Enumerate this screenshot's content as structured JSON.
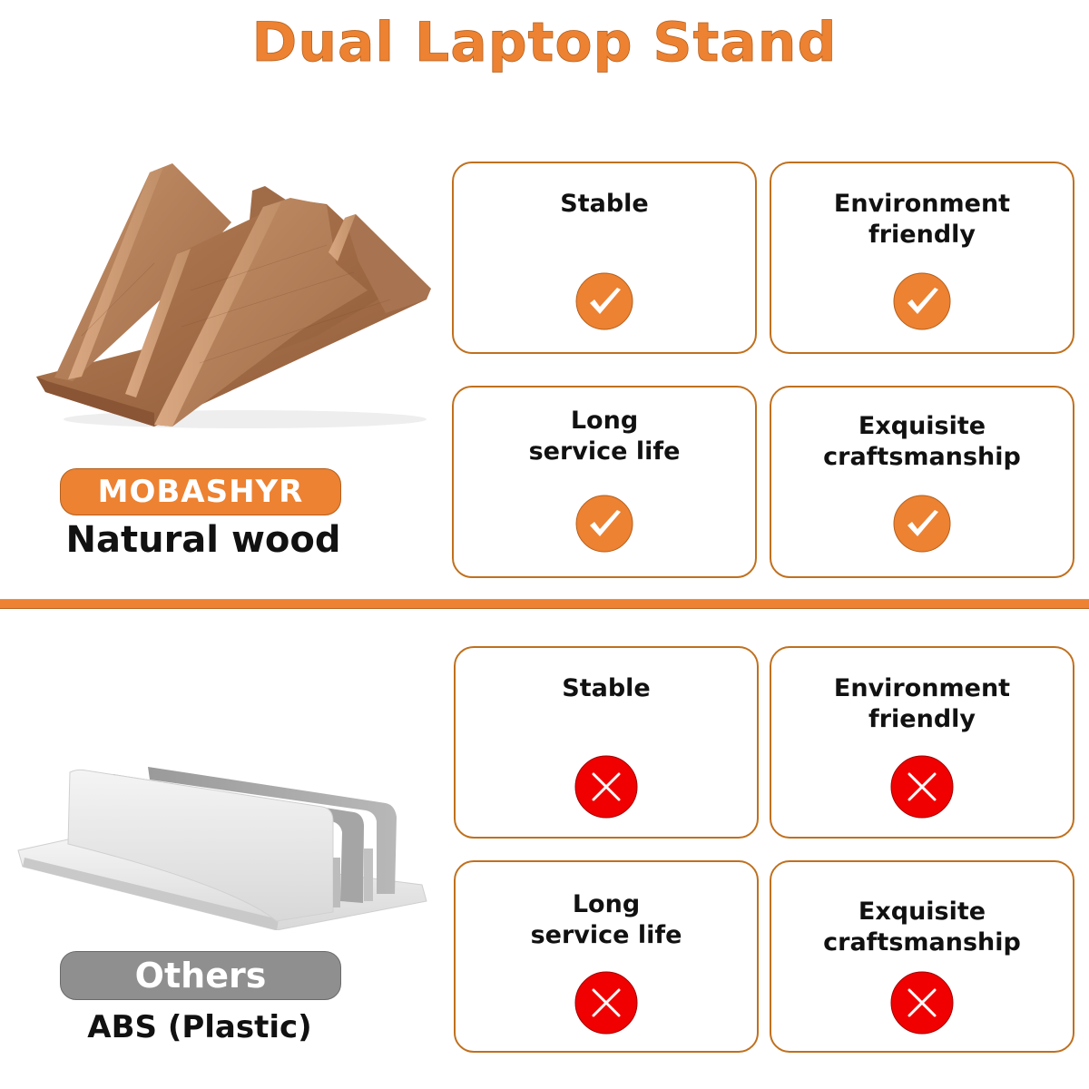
{
  "title": "Dual Laptop Stand",
  "colors": {
    "accent": "#ec8232",
    "card_border": "#c0701e",
    "check_badge": "#ec8232",
    "cross_badge": "#f00000",
    "others_pill": "#8f8f8f"
  },
  "ours": {
    "brand": "MOBASHYR",
    "material": "Natural wood",
    "image": "wooden-triangle-dual-laptop-stand",
    "features": [
      {
        "label": "Stable",
        "status": "yes",
        "icon": "check-icon"
      },
      {
        "label": "Environment\nfriendly",
        "status": "yes",
        "icon": "check-icon"
      },
      {
        "label": "Long\nservice life",
        "status": "yes",
        "icon": "check-icon"
      },
      {
        "label": "Exquisite\ncraftsmanship",
        "status": "yes",
        "icon": "check-icon"
      }
    ]
  },
  "others": {
    "brand": "Others",
    "material": "ABS (Plastic)",
    "image": "silver-plastic-dual-laptop-stand",
    "features": [
      {
        "label": "Stable",
        "status": "no",
        "icon": "cross-icon"
      },
      {
        "label": "Environment\nfriendly",
        "status": "no",
        "icon": "cross-icon"
      },
      {
        "label": "Long\nservice life",
        "status": "no",
        "icon": "cross-icon"
      },
      {
        "label": "Exquisite\ncraftsmanship",
        "status": "no",
        "icon": "cross-icon"
      }
    ]
  }
}
